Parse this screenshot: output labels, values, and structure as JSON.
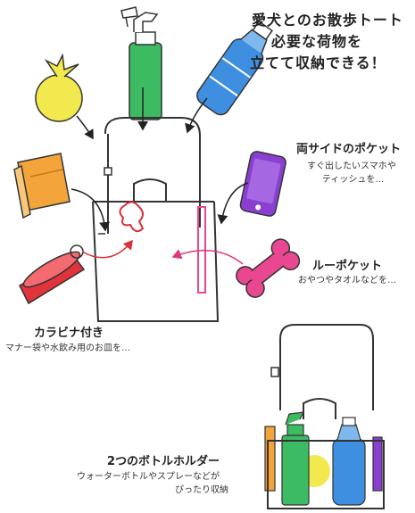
{
  "headline": {
    "line1": "愛犬とのお散歩トート",
    "line2": "必要な荷物を",
    "line3": "立てて収納できる！"
  },
  "features": {
    "side_pockets": {
      "title": "両サイドのポケット",
      "desc1": "すぐ出したいスマホや",
      "desc2": "ティッシュを…"
    },
    "loop_pocket": {
      "title": "ルーポケット",
      "desc": "おやつやタオルなどを…"
    },
    "carabiner": {
      "title": "カラビナ付き",
      "desc": "マナー袋や水飲み用のお皿を…"
    },
    "bottle_holders": {
      "title": "2つのボトルホルダー",
      "desc1": "ウォーターボトルやスプレーなどが",
      "desc2": "ぴったり収納"
    }
  },
  "colors": {
    "spray_green": "#3dbb63",
    "bottle_blue": "#3f8fe0",
    "bag_yellow": "#f2e94e",
    "snack_orange": "#f3a43a",
    "phone_purple": "#8b3fd1",
    "bone_pink": "#e9478f",
    "bowl_red": "#e2333b",
    "arrow_dark": "#222222",
    "arrow_red": "#d8323a",
    "arrow_pink": "#e0357f"
  },
  "icons": [
    "spray-bottle-icon",
    "water-bottle-icon",
    "poop-bag-icon",
    "snack-pack-icon",
    "smartphone-icon",
    "dog-bone-icon",
    "dog-bowl-icon",
    "tote-bag-icon"
  ]
}
